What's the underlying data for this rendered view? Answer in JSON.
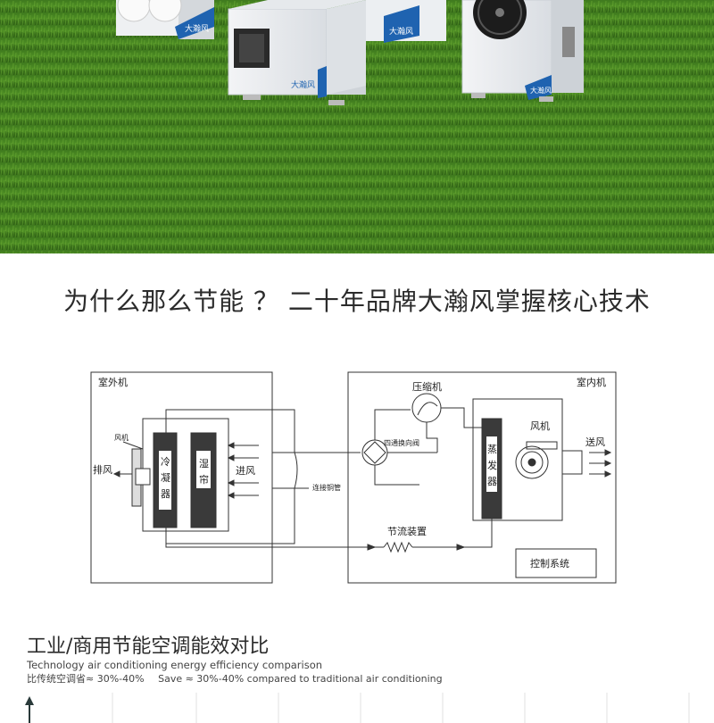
{
  "headline": "为什么那么节能 ？ 二十年品牌大瀚风掌握核心技术",
  "products": {
    "brand_label": "大瀚风"
  },
  "diagram": {
    "outdoor_unit": "室外机",
    "indoor_unit": "室内机",
    "fan_outdoor": "风机",
    "exhaust": "排风",
    "condenser": [
      "冷",
      "凝",
      "器"
    ],
    "wet_curtain": [
      "湿",
      "帘"
    ],
    "air_intake": "进风",
    "connecting_pipe": "连接铜管",
    "compressor": "压缩机",
    "four_way_valve": "四通换向阀",
    "evaporator": [
      "蒸",
      "发",
      "器"
    ],
    "fan_indoor": "风机",
    "supply_air": "送风",
    "throttle": "节流装置",
    "control_system": "控制系统"
  },
  "comparison": {
    "title": "工业/商用节能空调能效对比",
    "subtitle": "Technology air conditioning energy efficiency comparison",
    "save_cn": "比传统空调省≈ 30%-40%",
    "save_en": "Save ≈ 30%-40%  compared to traditional air conditioning"
  }
}
